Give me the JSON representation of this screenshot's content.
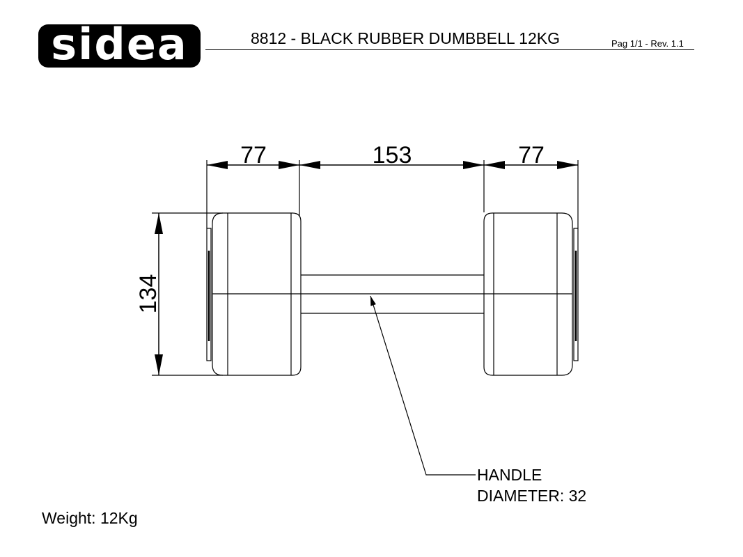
{
  "header": {
    "logo_text": "sidea",
    "title": "8812 - BLACK RUBBER DUMBBELL 12KG",
    "page_info": "Pag 1/1 - Rev. 1.1"
  },
  "drawing": {
    "dim_left_plate": "77",
    "dim_handle_length": "153",
    "dim_right_plate": "77",
    "dim_height": "134",
    "note_line1": "HANDLE",
    "note_line2": "DIAMETER: 32"
  },
  "footer": {
    "weight": "Weight: 12Kg"
  }
}
